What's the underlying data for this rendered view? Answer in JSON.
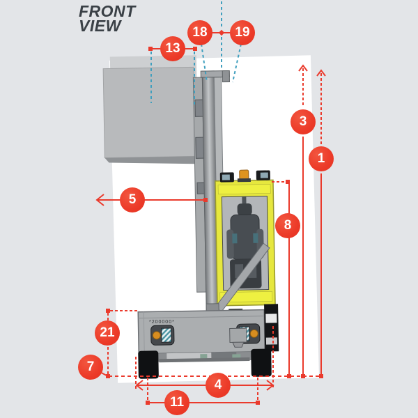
{
  "title": {
    "line1": "FRONT",
    "line2": "VIEW"
  },
  "balloons": [
    {
      "label": "1"
    },
    {
      "label": "3"
    },
    {
      "label": "4"
    },
    {
      "label": "5"
    },
    {
      "label": "7"
    },
    {
      "label": "8"
    },
    {
      "label": "11"
    },
    {
      "label": "13"
    },
    {
      "label": "18"
    },
    {
      "label": "19"
    },
    {
      "label": "21"
    }
  ],
  "machine": {
    "serial_label": "*200000*"
  },
  "colors": {
    "accent_red": "#ea3a2c",
    "projection_blue": "#3f9fbe",
    "cab_yellow": "#e6e73e",
    "beacon_orange": "#e0941f",
    "background_gray": "#e3e5e8",
    "sheet_white": "#ffffff",
    "load_gray": "#b8babc"
  }
}
